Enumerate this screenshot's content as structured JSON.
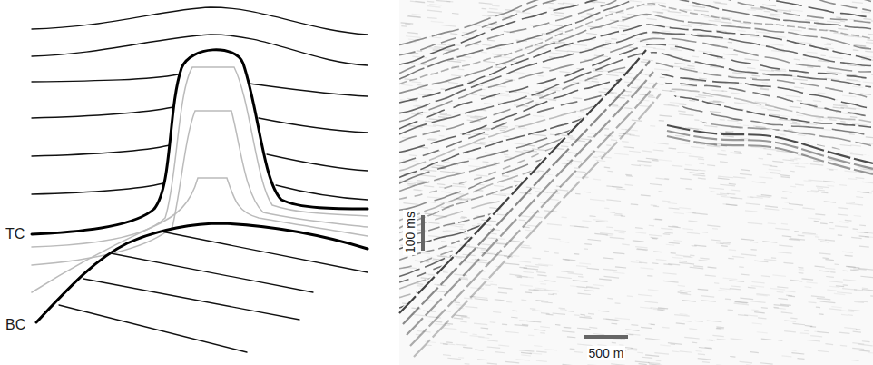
{
  "diagram": {
    "labels": [
      "TC",
      "BC",
      "100 ms",
      "500 m"
    ]
  }
}
